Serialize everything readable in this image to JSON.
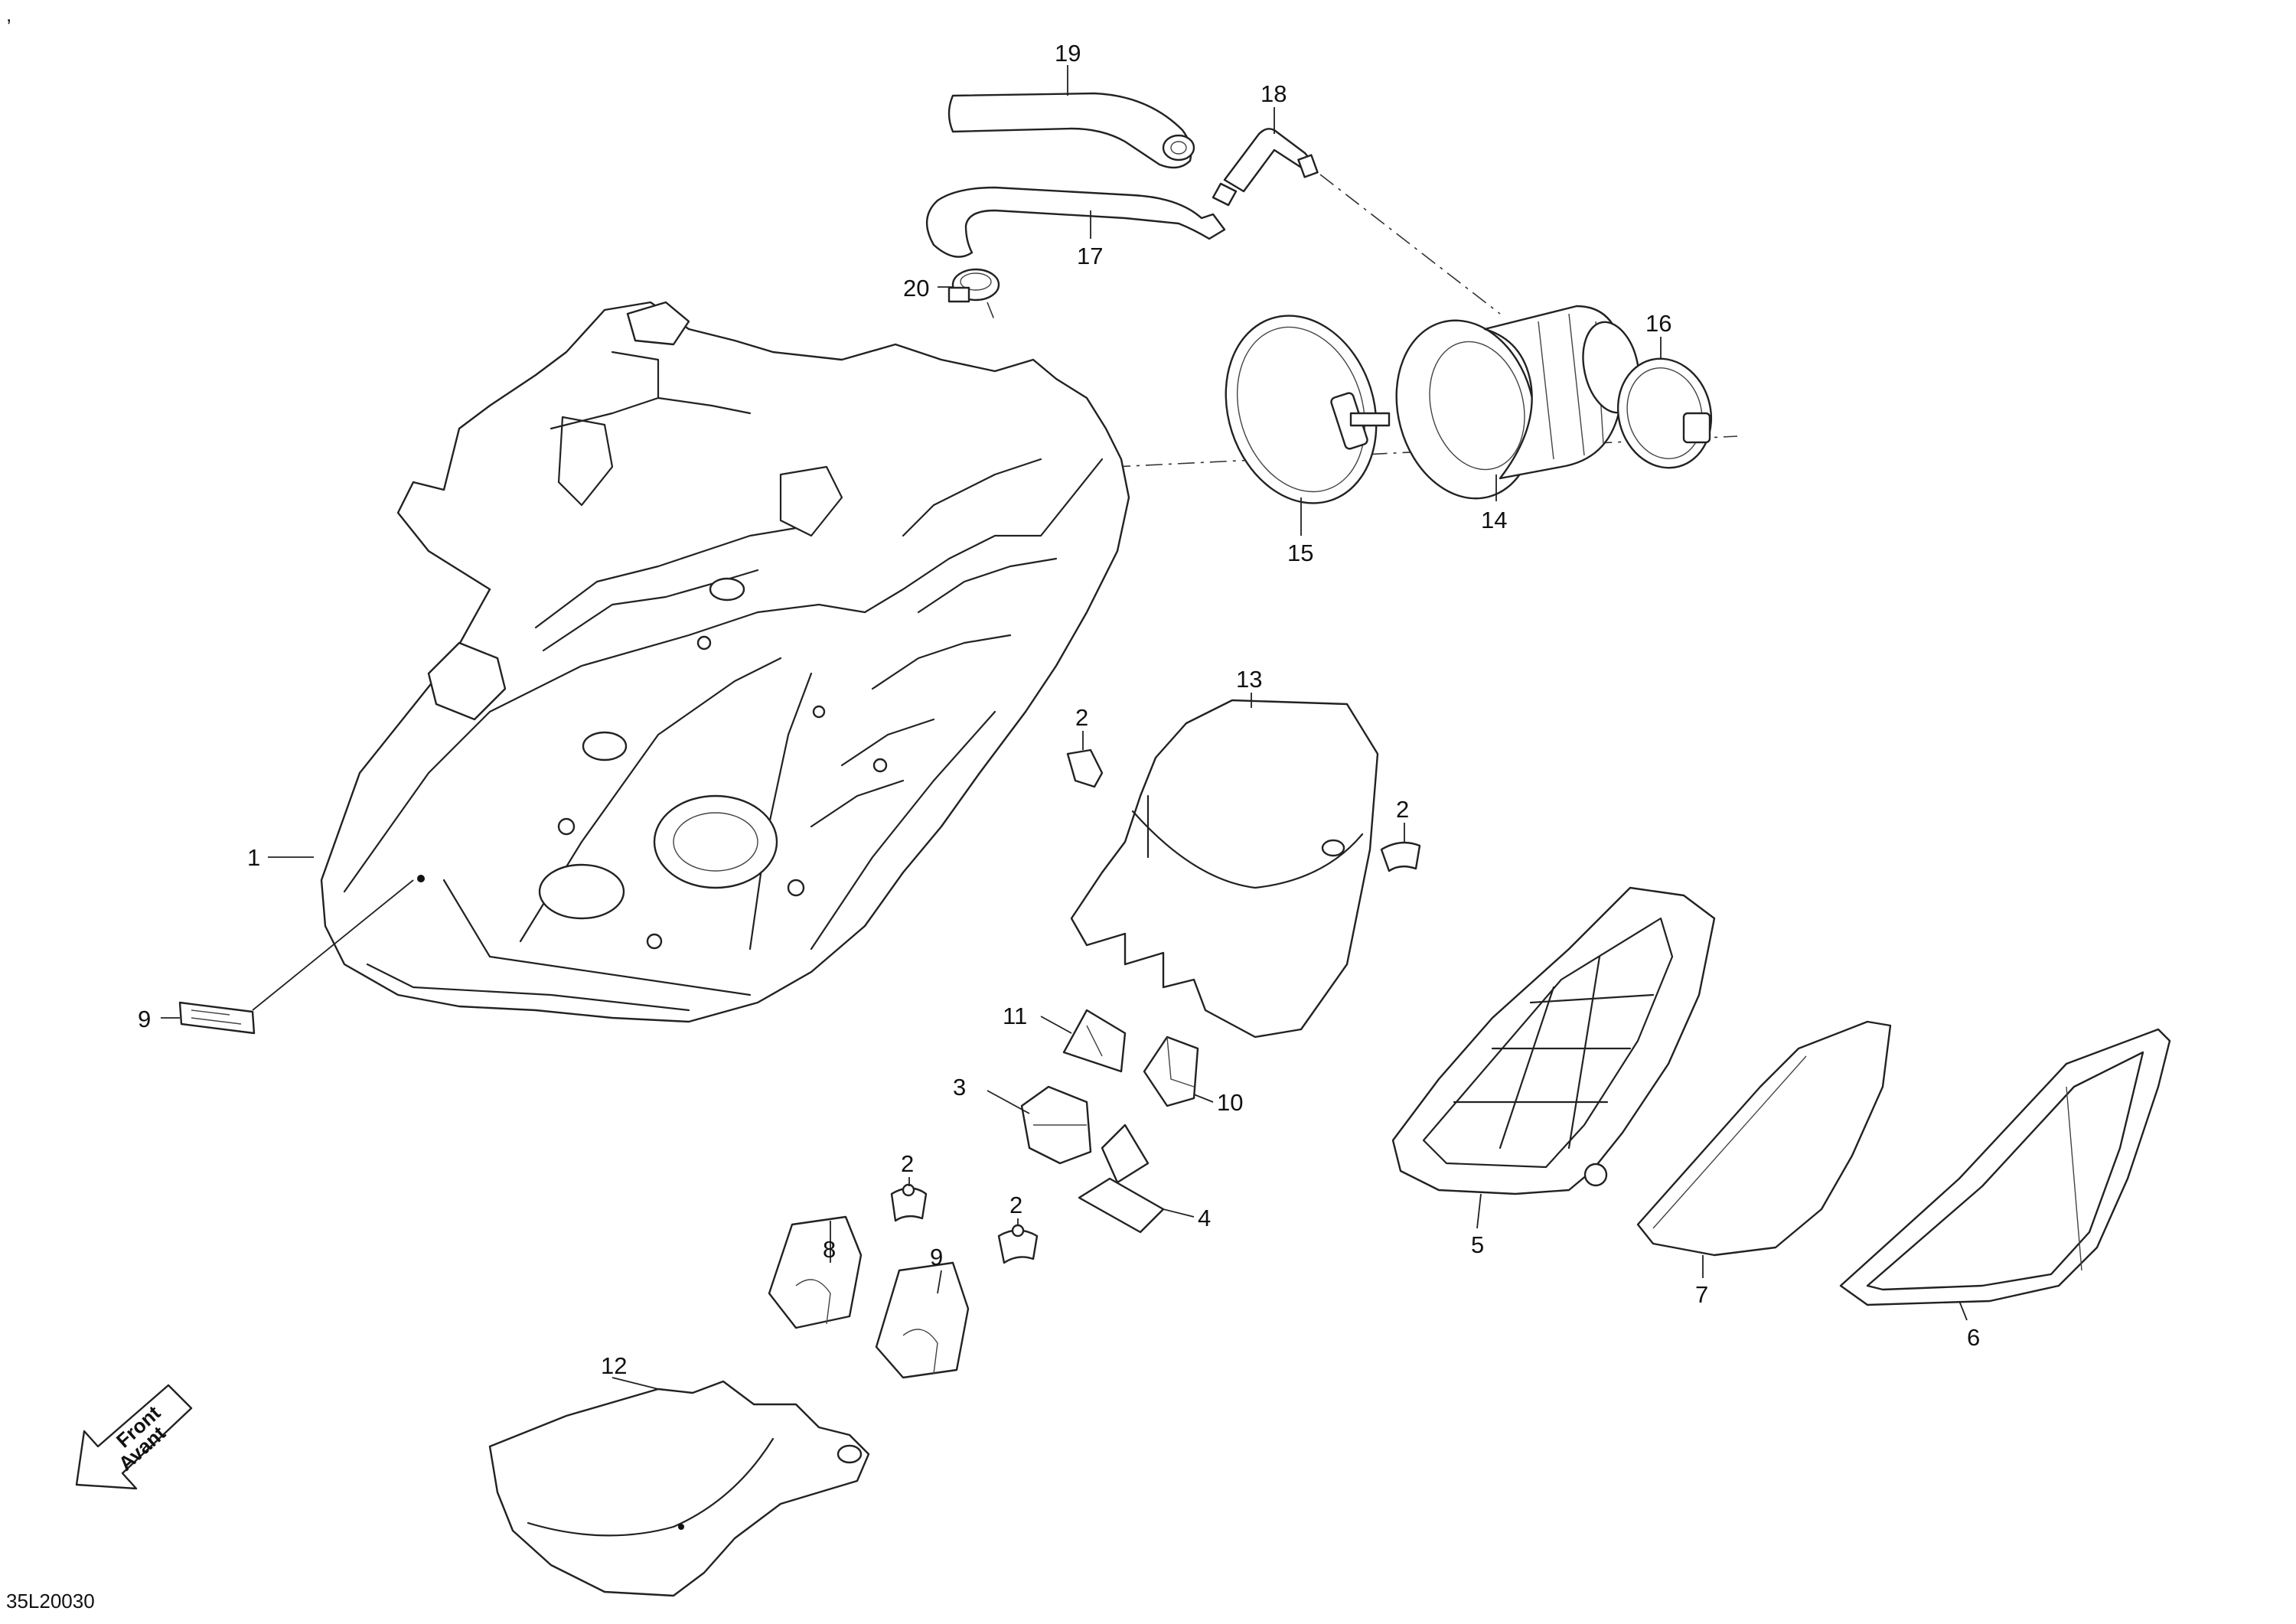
{
  "drawing_code": "35L20030",
  "corner_mark": ",",
  "direction_arrow": {
    "line1": "Front",
    "line2": "Avant"
  },
  "callouts": [
    {
      "id": "c1",
      "label": "1"
    },
    {
      "id": "c2a",
      "label": "2"
    },
    {
      "id": "c2b",
      "label": "2"
    },
    {
      "id": "c2c",
      "label": "2"
    },
    {
      "id": "c2d",
      "label": "2"
    },
    {
      "id": "c3",
      "label": "3"
    },
    {
      "id": "c4",
      "label": "4"
    },
    {
      "id": "c5",
      "label": "5"
    },
    {
      "id": "c6",
      "label": "6"
    },
    {
      "id": "c7",
      "label": "7"
    },
    {
      "id": "c8",
      "label": "8"
    },
    {
      "id": "c9a",
      "label": "9"
    },
    {
      "id": "c9b",
      "label": "9"
    },
    {
      "id": "c10",
      "label": "10"
    },
    {
      "id": "c11",
      "label": "11"
    },
    {
      "id": "c12",
      "label": "12"
    },
    {
      "id": "c13",
      "label": "13"
    },
    {
      "id": "c14",
      "label": "14"
    },
    {
      "id": "c15",
      "label": "15"
    },
    {
      "id": "c16",
      "label": "16"
    },
    {
      "id": "c17",
      "label": "17"
    },
    {
      "id": "c18",
      "label": "18"
    },
    {
      "id": "c19",
      "label": "19"
    },
    {
      "id": "c20",
      "label": "20"
    }
  ]
}
